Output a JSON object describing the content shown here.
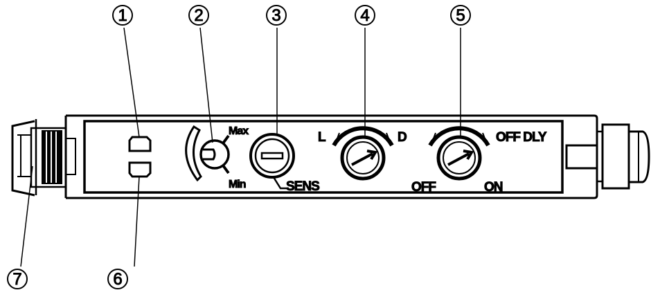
{
  "callouts": {
    "c1": "1",
    "c2": "2",
    "c3": "3",
    "c4": "4",
    "c5": "5",
    "c6": "6",
    "c7": "7"
  },
  "labels": {
    "max": "Max",
    "min": "Min",
    "sens": "SENS",
    "l": "L",
    "d": "D",
    "off_dly": "OFF DLY",
    "off": "OFF",
    "on": "ON"
  },
  "colors": {
    "line": "#000000",
    "background": "#ffffff"
  }
}
